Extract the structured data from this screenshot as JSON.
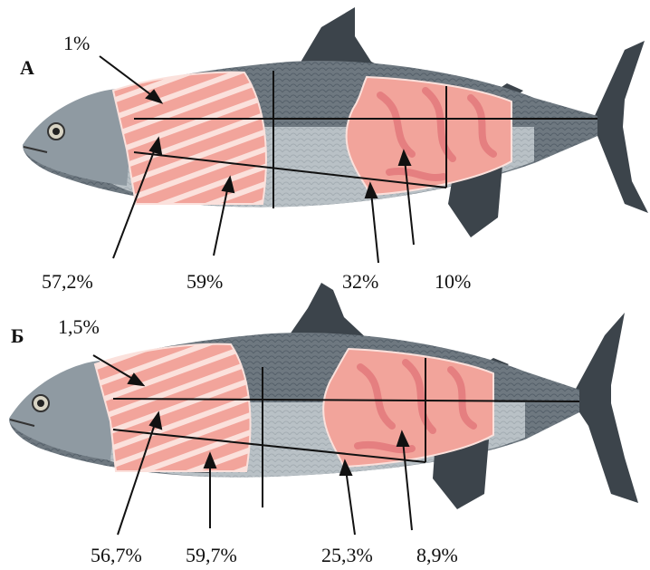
{
  "panels": [
    {
      "letter": "А",
      "labels": {
        "top": "1%",
        "a": "57,2%",
        "b": "59%",
        "c": "32%",
        "d": "10%"
      }
    },
    {
      "letter": "Б",
      "labels": {
        "top": "1,5%",
        "a": "56,7%",
        "b": "59,7%",
        "c": "25,3%",
        "d": "8,9%"
      }
    }
  ],
  "colors": {
    "fillet": "#f2a49b",
    "fillet_stripe": "#fbe1dc",
    "fillet_dark": "#e57f80",
    "back": "#4a5560",
    "belly": "#b9c1c6",
    "head": "#8f9aa2",
    "fin": "#3c444b",
    "outline": "#111111"
  }
}
